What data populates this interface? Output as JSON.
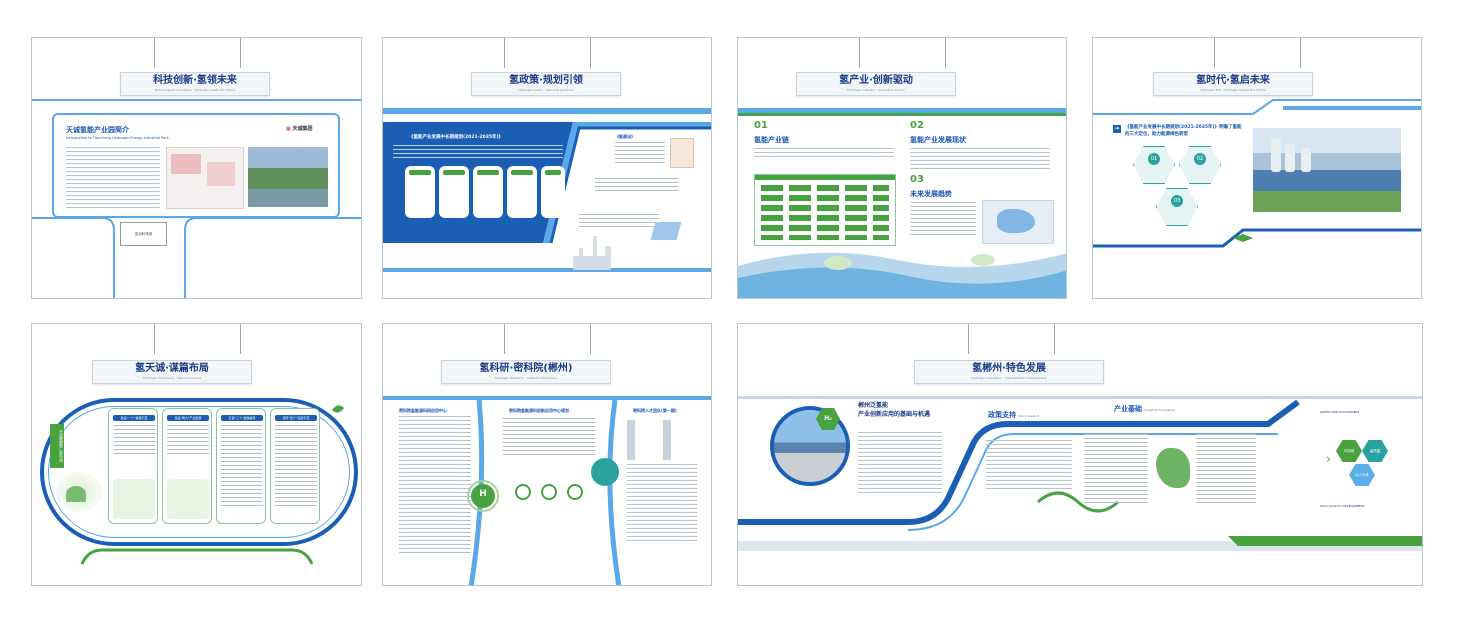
{
  "colors": {
    "brand_blue": "#1b5fb5",
    "dark_blue": "#1c3c85",
    "green": "#48a23f",
    "teal": "#2aa3a0",
    "sky": "#5ab0e6"
  },
  "panels": [
    {
      "title": "科技创新·氢领未来",
      "subtitle": "Technological innovation · Hydrogen Leads the Future",
      "heading": "天诚氢能产业园简介",
      "heading_en": "Introduction to Tiancheng Hydrogen Energy Industrial Park",
      "logo_text": "天诚集团",
      "sign": "亚动科场用"
    },
    {
      "title": "氢政策·规划引领",
      "subtitle": "Hydrogen policy · planning guidance",
      "heading": "《氢能产业发展中长期规划(2021-2035年)》",
      "side_heading": "《能源法》"
    },
    {
      "title": "氢产业·创新驱动",
      "subtitle": "Hydrogen industry · Innovation Driven",
      "num1": "01",
      "sec1": "氢能产业链",
      "num2": "02",
      "sec2": "氢能产业发展现状",
      "num3": "03",
      "sec3": "未来发展趋势"
    },
    {
      "title": "氢时代·氢启未来",
      "subtitle": "Hydrogen Era · Hydrogen Ignites the Future",
      "intro": "《氢能产业发展中长期规划(2021-2035年)》明确了氢能的三大定位，助力能源绿色转型",
      "hex1": "01",
      "hex2": "02",
      "hex3": "03"
    },
    {
      "title": "氢天诚·谋篇布局",
      "subtitle": "Hydrogen Tiancheng · Planning Layout",
      "vertical": "天诚氢能产业布局",
      "card1": "建设\"一个\"发展示范",
      "card2": "建设\"两大\"产业集群",
      "card3": "打造\"三个\"发展格局",
      "card4": "培育\"四个\"应用示范"
    },
    {
      "title": "氢科研·密科院(郴州)",
      "subtitle": "Hydrogen Research · Institute (Chenzhou)",
      "col1": "密科院氢能源科研应用中心",
      "col2": "密科院氢能源科创新应用中心规划",
      "col3": "密科院人才团队(第一期)",
      "badge": "H"
    },
    {
      "title": "氢郴州·特色发展",
      "subtitle": "Hydrogen Chenzhou · Characteristic Development",
      "heading1": "郴州泛氢能",
      "heading2": "产业创新应用的基础与机遇",
      "policy": "政策支持",
      "policy_en": "Policy support",
      "industry": "产业基础",
      "industry_en": "Industrial foundation",
      "h2": "H₂",
      "green_label": "GREEN AND SUSTAINABLE",
      "hq_label": "HIGH QUALITY DEVELOPMENT",
      "hex_a": "可持续",
      "hex_b": "高质量",
      "hex_c": "以人为本"
    }
  ]
}
